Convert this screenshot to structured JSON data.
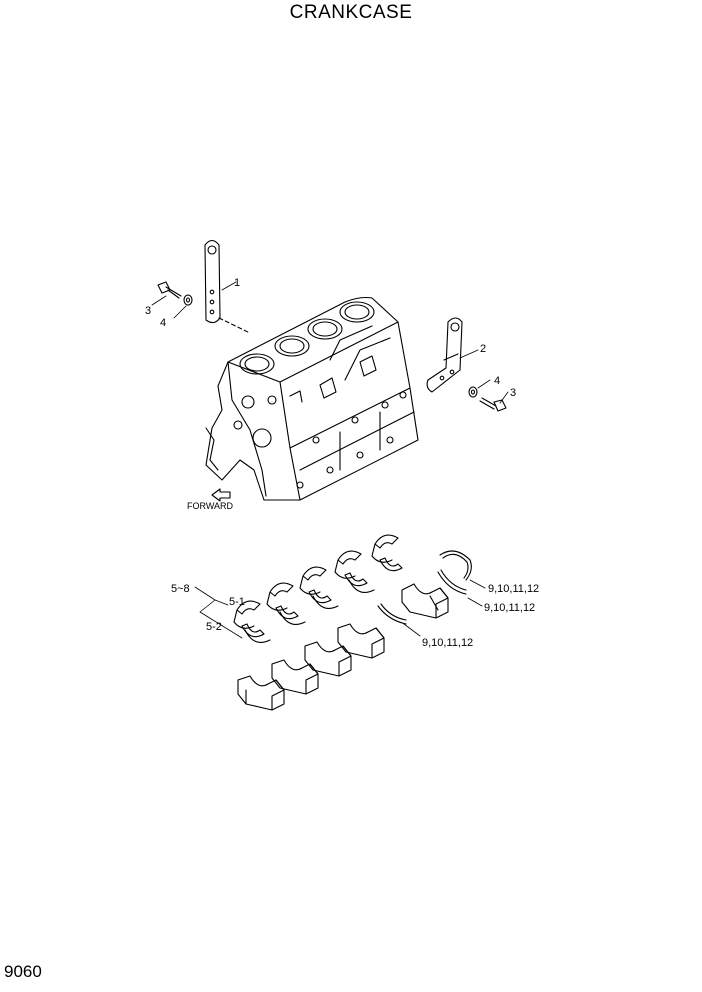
{
  "title": "CRANKCASE",
  "page_number": "9060",
  "forward_label": "FORWARD",
  "callouts": {
    "c1": "1",
    "c2": "2",
    "c3_left": "3",
    "c4_left": "4",
    "c4_right": "4",
    "c3_right": "3",
    "c5_8": "5~8",
    "c5_1": "5-1",
    "c5_2": "5-2",
    "c9_a": "9,10,11,12",
    "c9_b": "9,10,11,12",
    "c9_c": "9,10,11,12"
  }
}
